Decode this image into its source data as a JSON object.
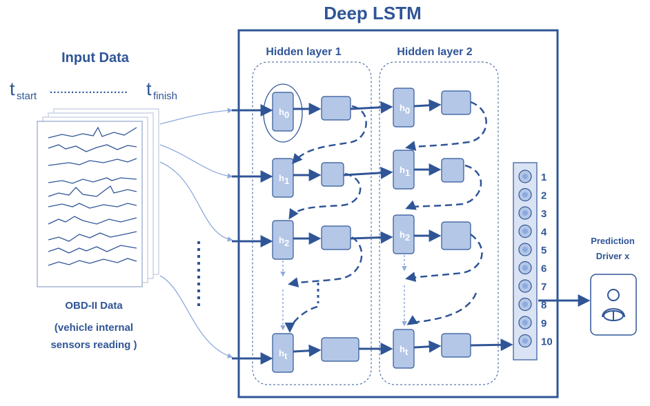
{
  "title": "Deep LSTM",
  "input": {
    "heading": "Input Data",
    "t_start": "t",
    "t_start_sub": "start",
    "t_finish": "t",
    "t_finish_sub": "finish",
    "dots": "......................",
    "obd_label": "OBD-II Data",
    "obd_caption_line1": "(vehicle internal",
    "obd_caption_line2": "sensors reading )"
  },
  "layers": {
    "layer1": "Hidden layer 1",
    "layer2": "Hidden layer 2"
  },
  "cells": {
    "h0": "h",
    "h0_sub": "0",
    "h1": "h",
    "h1_sub": "1",
    "h2": "h",
    "h2_sub": "2",
    "ht": "h",
    "ht_sub": "t"
  },
  "output_classes": [
    "1",
    "2",
    "3",
    "4",
    "5",
    "6",
    "7",
    "8",
    "9",
    "10"
  ],
  "prediction": {
    "line1": "Prediction",
    "line2": "Driver x",
    "icon": "driver-icon"
  },
  "colors": {
    "primary": "#2f5597",
    "cell_fill": "#b4c7e7",
    "cell_stroke": "#2f5597",
    "light_arrow": "#8faadc"
  }
}
